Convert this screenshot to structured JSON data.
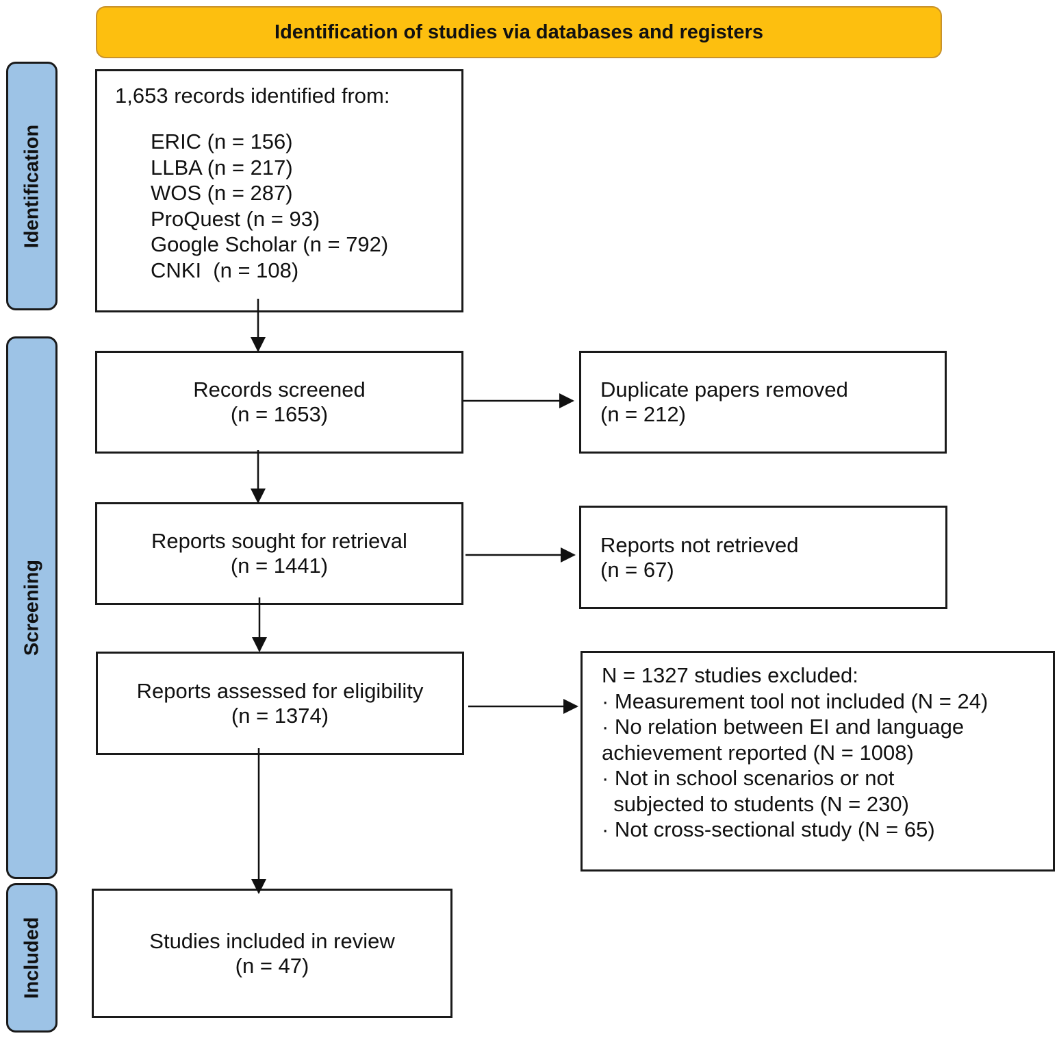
{
  "header": {
    "title": "Identification of studies via databases and registers"
  },
  "phases": {
    "identification": "Identification",
    "screening": "Screening",
    "included": "Included"
  },
  "identification_box": {
    "heading": "1,653 records identified from:",
    "sources": [
      "ERIC (n = 156)",
      "LLBA (n = 217)",
      "WOS (n = 287)",
      "ProQuest (n = 93)",
      "Google Scholar (n = 792)",
      "CNKI  (n = 108)"
    ]
  },
  "records_screened": {
    "label": "Records screened",
    "count": "(n = 1653)"
  },
  "duplicates_removed": {
    "label": "Duplicate papers removed",
    "count": "(n = 212)"
  },
  "reports_sought": {
    "label": "Reports sought for retrieval",
    "count": "(n = 1441)"
  },
  "reports_not_retrieved": {
    "label": "Reports not retrieved",
    "count": "(n = 67)"
  },
  "reports_assessed": {
    "label": "Reports assessed for eligibility",
    "count": "(n = 1374)"
  },
  "excluded": {
    "heading": "N = 1327 studies excluded:",
    "lines": [
      "· Measurement tool not included (N = 24)",
      "· No relation between EI and language",
      "achievement reported (N = 1008)",
      "· Not in school scenarios or not",
      "  subjected to students (N = 230)",
      "· Not cross-sectional study (N = 65)"
    ]
  },
  "included_box": {
    "label": "Studies included in review",
    "count": "(n = 47)"
  },
  "colors": {
    "banner": "#FDBF0F",
    "phase": "#9DC3E6",
    "border": "#1a1a1a"
  }
}
